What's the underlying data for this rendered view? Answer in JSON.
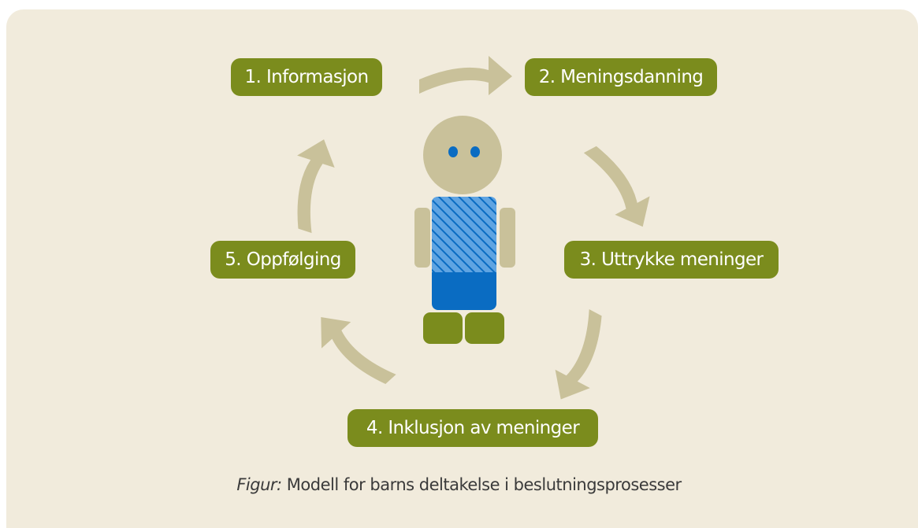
{
  "steps": [
    {
      "id": "informasjon",
      "label": "1. Informasjon"
    },
    {
      "id": "meningsdanning",
      "label": "2. Meningsdanning"
    },
    {
      "id": "uttrykke-meninger",
      "label": "3. Uttrykke meninger"
    },
    {
      "id": "inklusjon",
      "label": "4. Inklusjon av meninger"
    },
    {
      "id": "oppfolging",
      "label": "5. Oppfølging"
    }
  ],
  "caption": {
    "lead": "Figur:",
    "text": " Modell for barns deltakelse i beslutningsprosesser"
  },
  "colors": {
    "background": "#f1ebdc",
    "step_box": "#7b8c1d",
    "step_text": "#ffffff",
    "arrow": "#c9c19a",
    "figure_skin": "#c9c19a",
    "figure_shirt": "#0a6cc2",
    "figure_shoes": "#7b8c1d",
    "figure_eyes": "#0a6cc2"
  },
  "icons": {
    "cycle_arrows": "curved-arrow-icon",
    "center_figure": "child-figure-icon"
  }
}
